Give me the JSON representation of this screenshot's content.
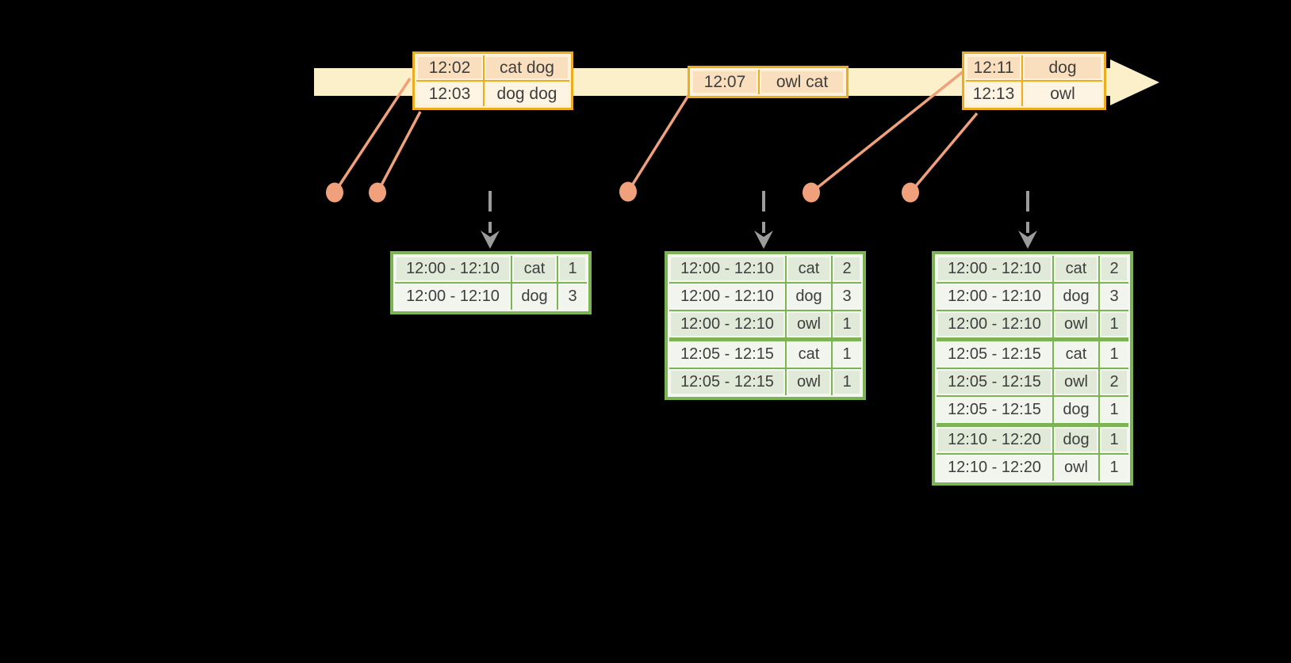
{
  "diagram": {
    "kind": "event-time windowed word-count streaming diagram",
    "background": "#000000"
  },
  "colors": {
    "timeline_band": "#fbf0c9",
    "event_table_border": "#ecac1f",
    "event_row_dark": "#f9dfbe",
    "event_row_light": "#fdf4e3",
    "connector_salmon": "#f0a17c",
    "trigger_arrow_gray": "#9c9c9c",
    "result_table_border": "#7cb355",
    "result_row_dark": "#e1ead8",
    "result_row_light": "#f2f5ee",
    "text": "#3e3e3e"
  },
  "event_tables": [
    {
      "rows": [
        {
          "time": "12:02",
          "words": "cat dog"
        },
        {
          "time": "12:03",
          "words": "dog dog"
        }
      ]
    },
    {
      "rows": [
        {
          "time": "12:07",
          "words": "owl cat"
        }
      ]
    },
    {
      "rows": [
        {
          "time": "12:11",
          "words": "dog"
        },
        {
          "time": "12:13",
          "words": "owl"
        }
      ]
    }
  ],
  "result_tables": [
    {
      "rows": [
        {
          "window": "12:00 - 12:10",
          "word": "cat",
          "count": "1"
        },
        {
          "window": "12:00 - 12:10",
          "word": "dog",
          "count": "3"
        }
      ]
    },
    {
      "rows": [
        {
          "window": "12:00 - 12:10",
          "word": "cat",
          "count": "2"
        },
        {
          "window": "12:00 - 12:10",
          "word": "dog",
          "count": "3"
        },
        {
          "window": "12:00 - 12:10",
          "word": "owl",
          "count": "1"
        },
        {
          "window": "12:05 - 12:15",
          "word": "cat",
          "count": "1"
        },
        {
          "window": "12:05 - 12:15",
          "word": "owl",
          "count": "1"
        }
      ]
    },
    {
      "rows": [
        {
          "window": "12:00 - 12:10",
          "word": "cat",
          "count": "2"
        },
        {
          "window": "12:00 - 12:10",
          "word": "dog",
          "count": "3"
        },
        {
          "window": "12:00 - 12:10",
          "word": "owl",
          "count": "1"
        },
        {
          "window": "12:05 - 12:15",
          "word": "cat",
          "count": "1"
        },
        {
          "window": "12:05 - 12:15",
          "word": "owl",
          "count": "2"
        },
        {
          "window": "12:05 - 12:15",
          "word": "dog",
          "count": "1"
        },
        {
          "window": "12:10 - 12:20",
          "word": "dog",
          "count": "1"
        },
        {
          "window": "12:10 - 12:20",
          "word": "owl",
          "count": "1"
        }
      ]
    }
  ]
}
